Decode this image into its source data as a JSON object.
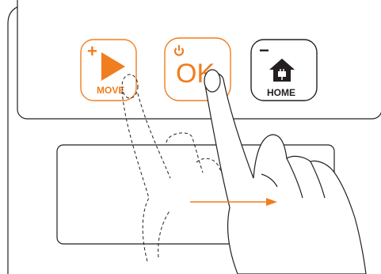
{
  "colors": {
    "accent": "#f07d1e",
    "dark_button": "#231f20",
    "outline": "#231f20"
  },
  "buttons": {
    "move": {
      "label": "MOVE",
      "symbol": "+",
      "icon": "play-icon"
    },
    "ok": {
      "label": "OK",
      "icon": "power-icon"
    },
    "home": {
      "label": "HOME",
      "symbol": "−",
      "icon": "house-plug-icon"
    }
  },
  "gesture": {
    "direction": "right",
    "icon": "arrow-right-icon"
  }
}
